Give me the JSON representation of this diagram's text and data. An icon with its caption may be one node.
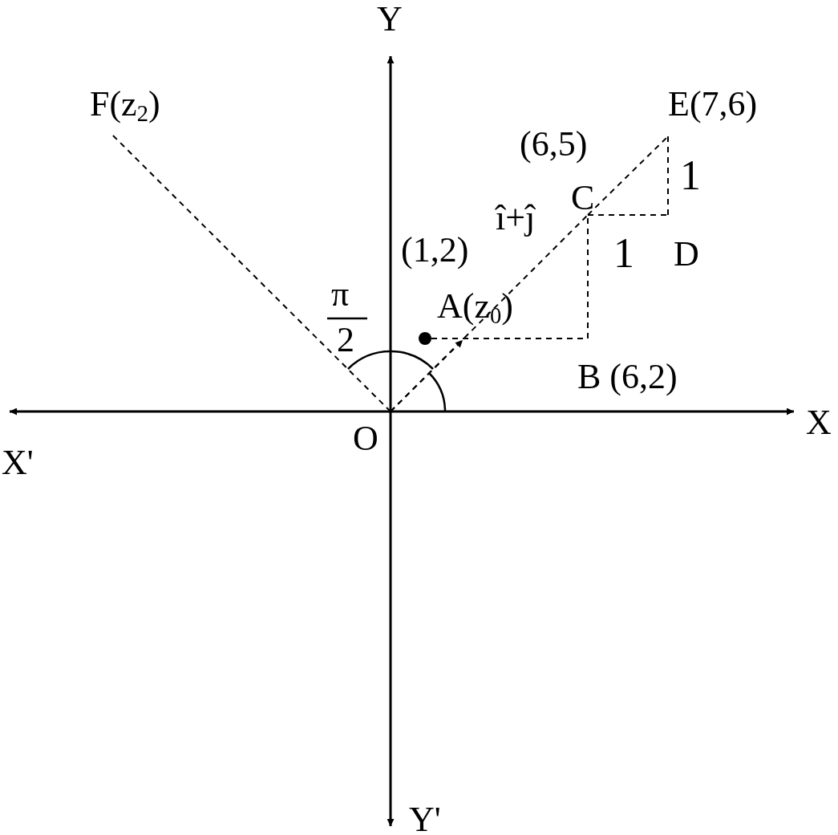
{
  "diagram": {
    "nodes": [
      {
        "text": [
          "O"
        ]
      },
      {
        "text": [],
        "shape": "circle",
        "beside": [
          "A(z$_{0}$)"
        ]
      },
      {
        "text": [
          "B (6,2)"
        ]
      },
      {
        "text": [
          "C"
        ],
        "beside": [
          "(6,5)"
        ]
      },
      {
        "text": [
          "D"
        ]
      },
      {
        "text": [
          "E(7,6)"
        ]
      },
      {
        "text": [
          "F(z$_{2}$)"
        ]
      }
    ],
    "edges": [
      {
        "from": 0,
        "to": 6,
        "arrow": "none",
        "style": "dashed"
      },
      {
        "from": 0,
        "to": 1,
        "arrow": "to",
        "style": "dashed"
      },
      {
        "from": 0,
        "to": 3,
        "arrow": "none",
        "style": "dashed"
      },
      {
        "from": 3,
        "to": 5,
        "arrow": "none",
        "style": "dashed"
      },
      {
        "from": 1,
        "to": 2,
        "arrow": "none",
        "style": "dashed"
      },
      {
        "from": 2,
        "to": 3,
        "arrow": "none",
        "style": "dashed"
      },
      {
        "from": 3,
        "to": 4,
        "arrow": "none",
        "style": "dashed"
      },
      {
        "from": 4,
        "to": 5,
        "arrow": "none",
        "style": "dashed"
      }
    ],
    "labels": [
      "Y",
      "X",
      "X'",
      "Y'",
      "(1,2)",
      "î+ĵ",
      "1",
      "1",
      "π",
      "2"
    ]
  }
}
